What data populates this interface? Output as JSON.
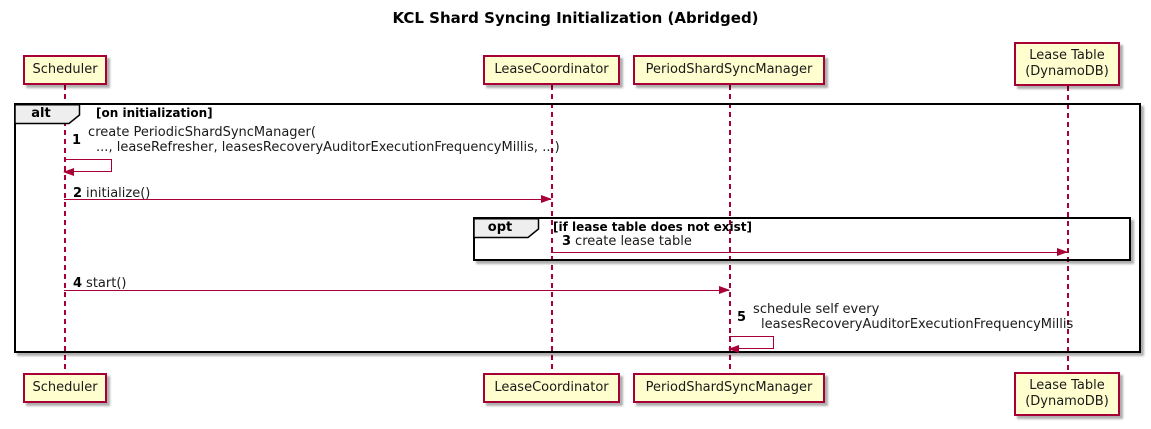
{
  "diagram": {
    "title": "KCL Shard Syncing Initialization (Abridged)"
  },
  "participants": [
    {
      "name": "Scheduler"
    },
    {
      "name": "LeaseCoordinator"
    },
    {
      "name": "PeriodShardSyncManager"
    },
    {
      "name": "Lease Table",
      "name2": "(DynamoDB)"
    }
  ],
  "frames": {
    "alt": {
      "keyword": "alt",
      "condition": "[on initialization]"
    },
    "opt": {
      "keyword": "opt",
      "condition": "[if lease table does not exist]"
    }
  },
  "messages": {
    "m1": {
      "num": "1",
      "line1": "create PeriodicShardSyncManager(",
      "line2": "..., leaseRefresher, leasesRecoveryAuditorExecutionFrequencyMillis, ...)"
    },
    "m2": {
      "num": "2",
      "text": "initialize()"
    },
    "m3": {
      "num": "3",
      "text": "create lease table"
    },
    "m4": {
      "num": "4",
      "text": "start()"
    },
    "m5": {
      "num": "5",
      "line1": "schedule self every",
      "line2": "leasesRecoveryAuditorExecutionFrequencyMillis"
    }
  },
  "colors": {
    "participant_fill": "#fefece",
    "participant_border": "#a80036",
    "lifeline": "#a80036",
    "arrow": "#a80036",
    "frame_border": "#000000",
    "frame_label_fill": "#eeeeee"
  }
}
